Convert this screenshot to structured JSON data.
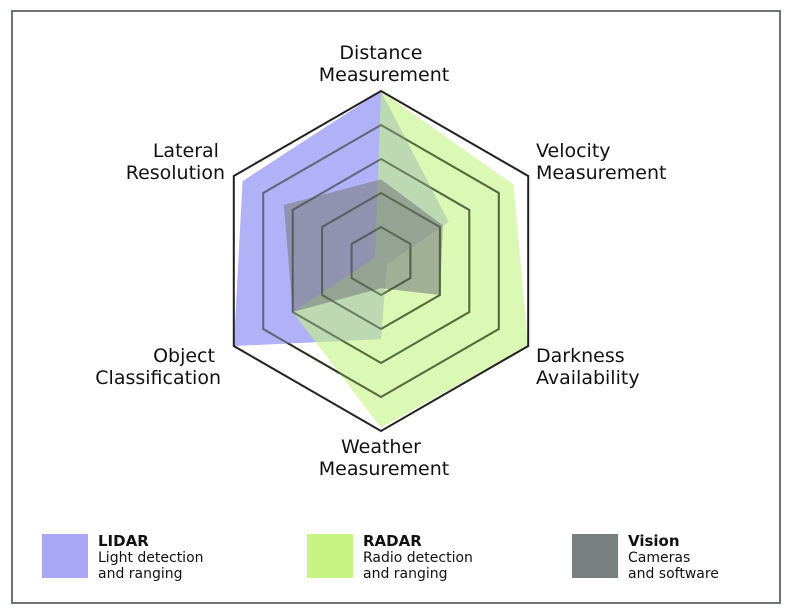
{
  "chart_data": {
    "type": "radar",
    "axes": [
      {
        "key": "distance",
        "label_lines": [
          "Distance",
          "Measurement"
        ]
      },
      {
        "key": "velocity",
        "label_lines": [
          "Velocity",
          "Measurement"
        ]
      },
      {
        "key": "darkness",
        "label_lines": [
          "Darkness",
          "Availability"
        ]
      },
      {
        "key": "weather",
        "label_lines": [
          "Weather",
          "Measurement"
        ]
      },
      {
        "key": "object",
        "label_lines": [
          "Object",
          "Classification"
        ]
      },
      {
        "key": "lateral",
        "label_lines": [
          "Lateral",
          "Resolution"
        ]
      }
    ],
    "scale": {
      "min": 0,
      "max": 5,
      "rings": 5
    },
    "series": [
      {
        "name": "LIDAR",
        "description_lines": [
          "Light detection",
          "and ranging"
        ],
        "color": "#a8a8f6",
        "opacity": 0.9,
        "values": [
          5,
          2.3,
          0.2,
          2.3,
          5,
          4.7
        ]
      },
      {
        "name": "RADAR",
        "description_lines": [
          "Radio detection",
          "and ranging"
        ],
        "color": "#c5f484",
        "opacity": 0.6,
        "values": [
          5,
          4.5,
          5,
          4.9,
          3.0,
          0.2
        ]
      },
      {
        "name": "Vision",
        "description_lines": [
          "Cameras",
          "and software"
        ],
        "color": "#7a7f80",
        "opacity": 0.6,
        "values": [
          2.4,
          2.1,
          2.0,
          0.8,
          3.0,
          3.3
        ]
      }
    ],
    "grid": true
  }
}
